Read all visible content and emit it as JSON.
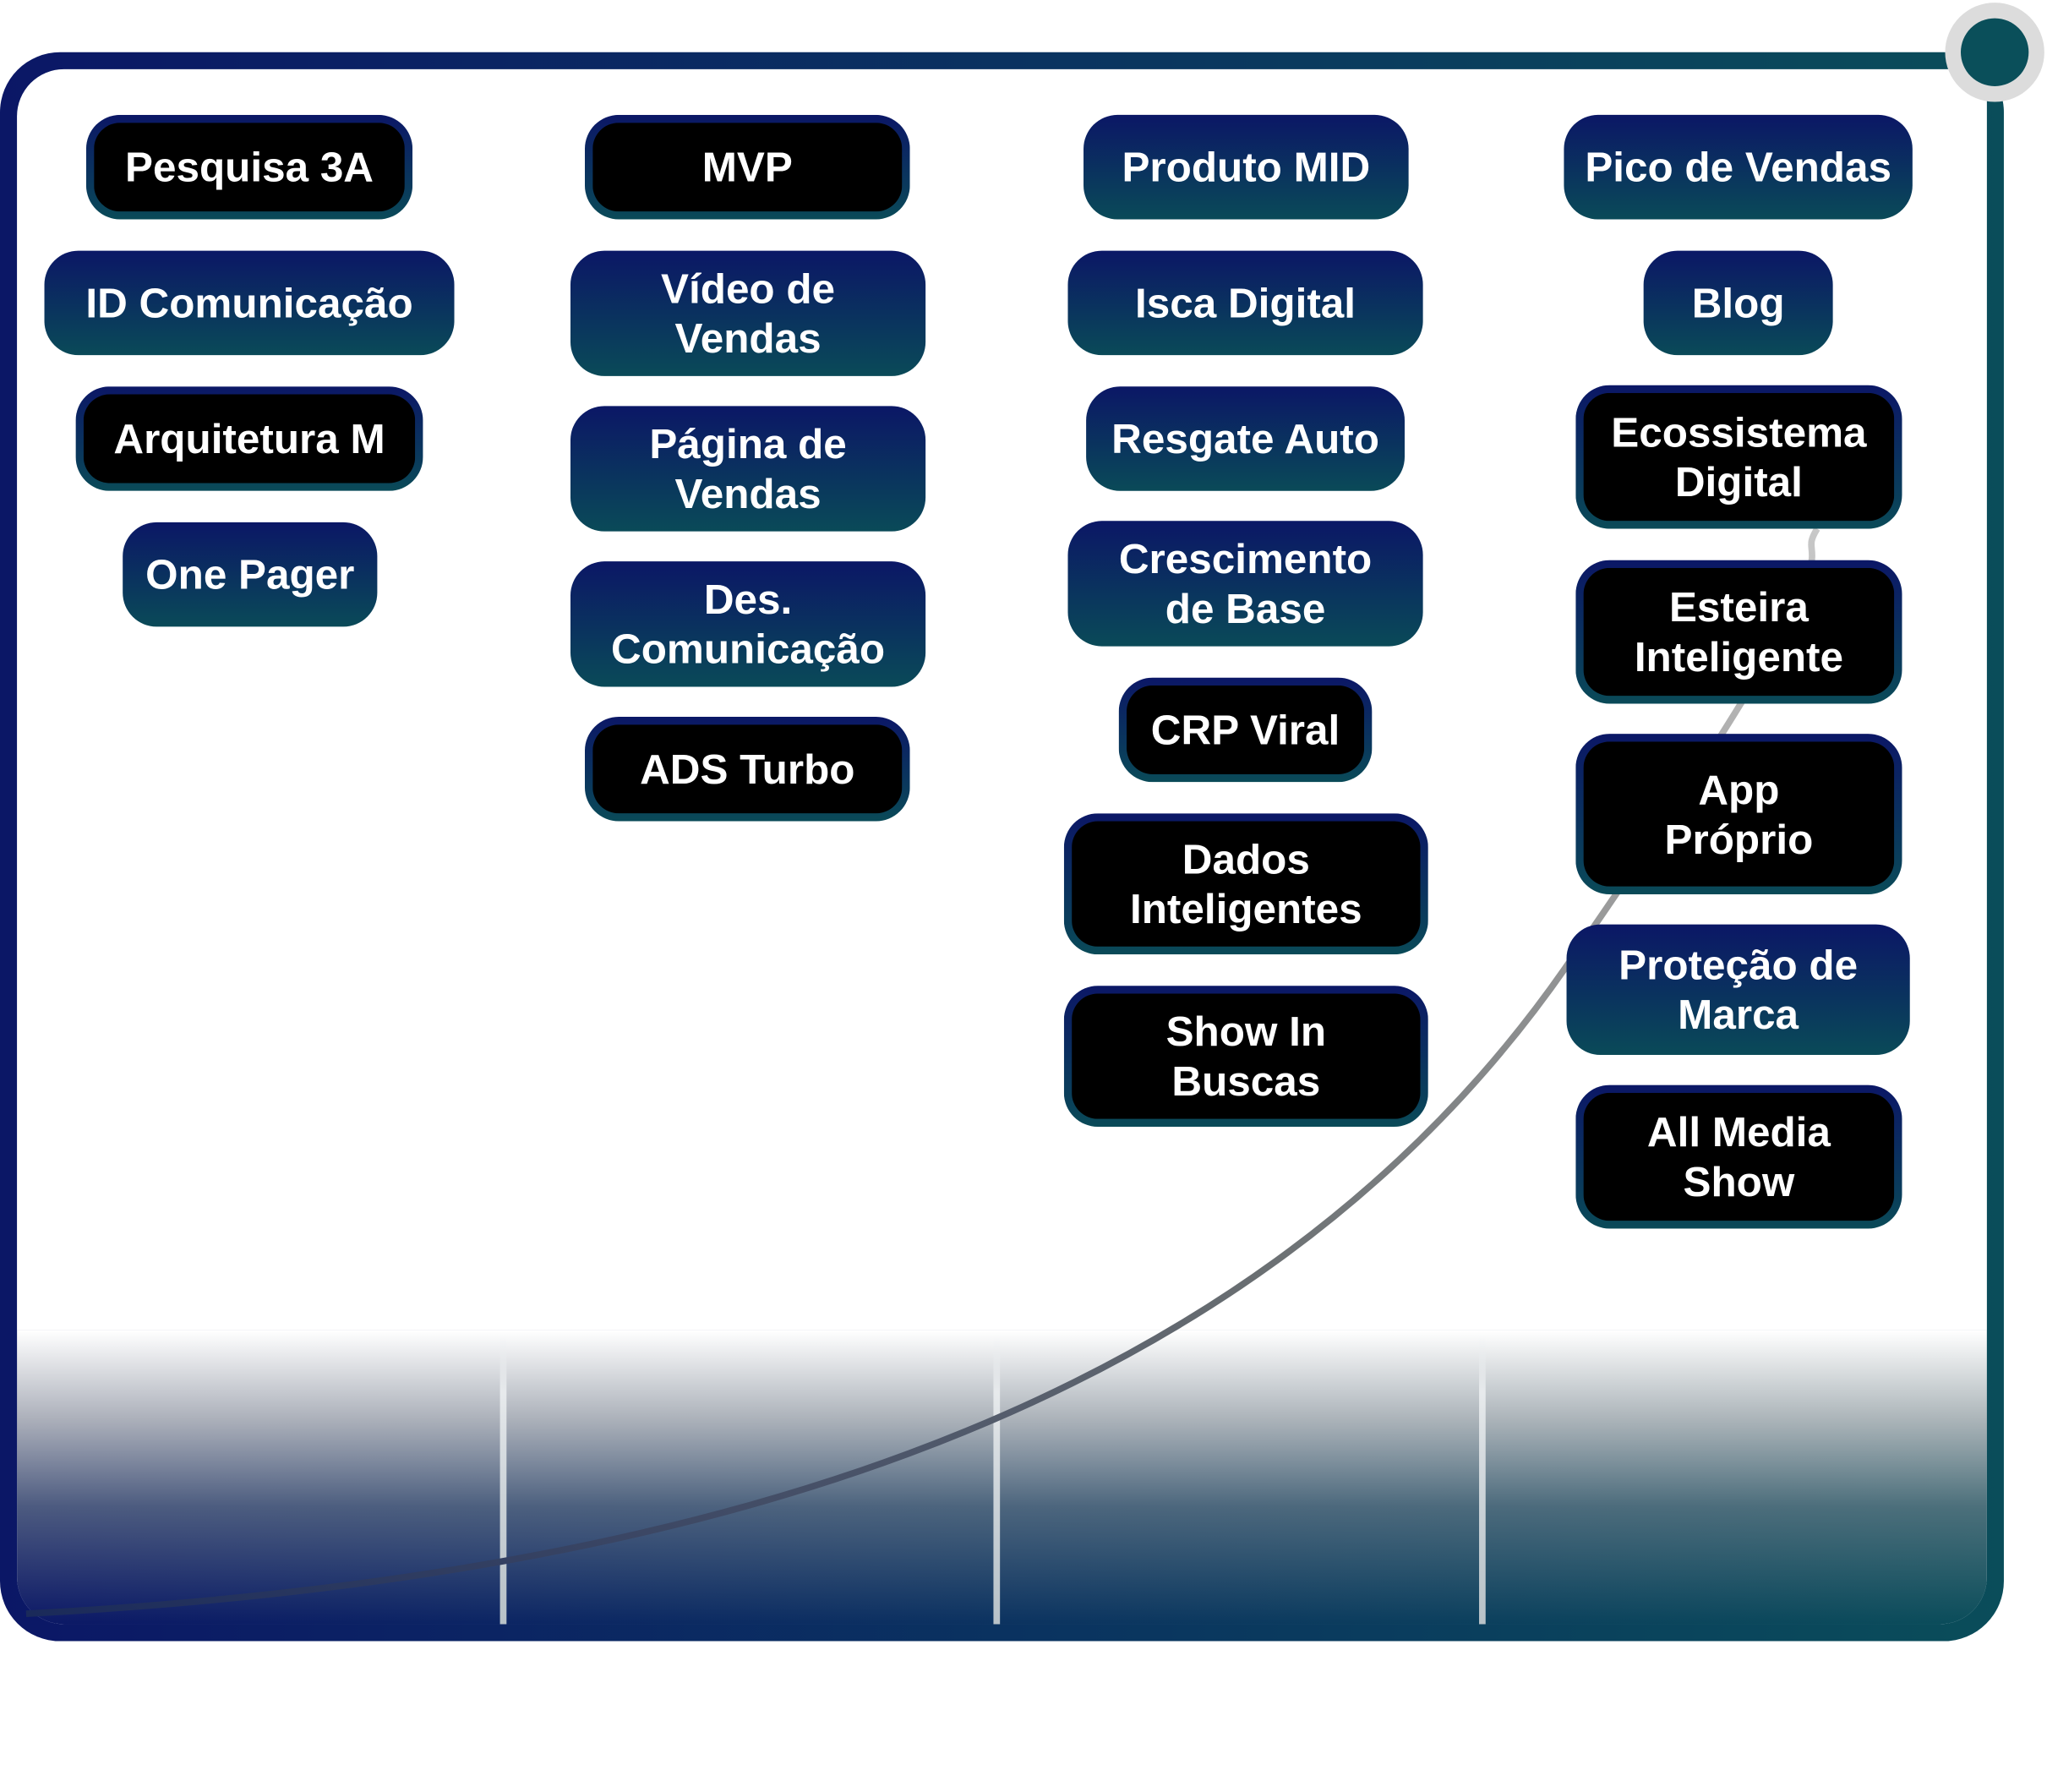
{
  "colors": {
    "navy": "#0b1766",
    "teal": "#0a4a58",
    "curve": "#9a9a9a"
  },
  "columns": [
    {
      "items": [
        {
          "label": "Pesquisa 3A",
          "style": "dark"
        },
        {
          "label": "ID Comunicação",
          "style": "grad"
        },
        {
          "label": "Arquitetura M",
          "style": "dark"
        },
        {
          "label": "One Pager",
          "style": "grad"
        }
      ]
    },
    {
      "items": [
        {
          "label": "MVP",
          "style": "dark"
        },
        {
          "label": "Vídeo de\nVendas",
          "style": "grad"
        },
        {
          "label": "Página de\nVendas",
          "style": "grad"
        },
        {
          "label": "Des.\nComunicação",
          "style": "grad"
        },
        {
          "label": "ADS Turbo",
          "style": "dark"
        }
      ]
    },
    {
      "items": [
        {
          "label": "Produto MID",
          "style": "grad"
        },
        {
          "label": "Isca Digital",
          "style": "grad"
        },
        {
          "label": "Resgate Auto",
          "style": "grad"
        },
        {
          "label": "Crescimento\nde Base",
          "style": "grad"
        },
        {
          "label": "CRP Viral",
          "style": "dark"
        },
        {
          "label": "Dados\nInteligentes",
          "style": "dark"
        },
        {
          "label": "Show In\nBuscas",
          "style": "dark"
        }
      ]
    },
    {
      "items": [
        {
          "label": "Pico de Vendas",
          "style": "grad"
        },
        {
          "label": "Blog",
          "style": "grad"
        },
        {
          "label": "Ecossistema\nDigital",
          "style": "dark"
        },
        {
          "label": "Esteira\nInteligente",
          "style": "dark"
        },
        {
          "label": "App\nPróprio",
          "style": "dark"
        },
        {
          "label": "Proteção de\nMarca",
          "style": "grad"
        },
        {
          "label": "All Media\nShow",
          "style": "dark"
        }
      ]
    }
  ]
}
